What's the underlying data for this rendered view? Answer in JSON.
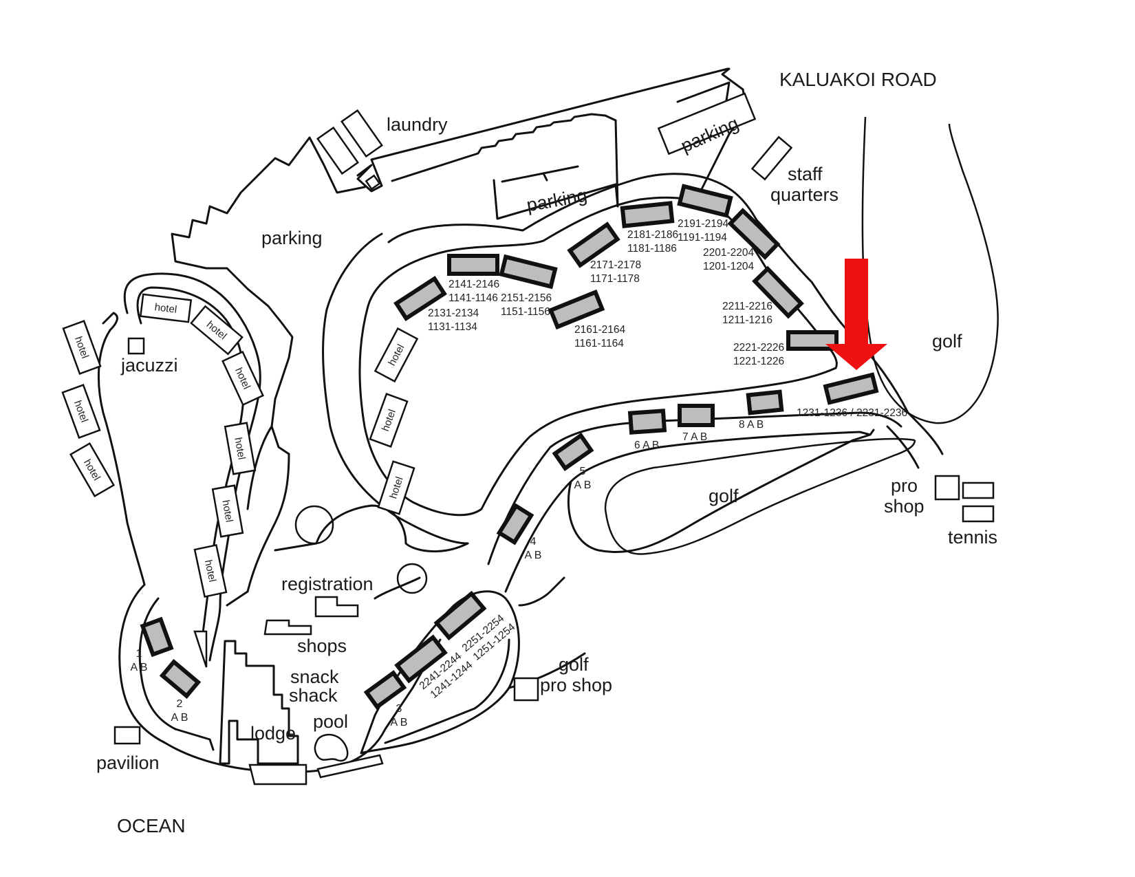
{
  "map": {
    "road_label": "KALUAKOI ROAD",
    "ocean_label": "OCEAN",
    "places": {
      "laundry": "laundry",
      "parking_west": "parking",
      "parking_center": "parking",
      "parking_north": "parking",
      "staff_quarters_1": "staff",
      "staff_quarters_2": "quarters",
      "jacuzzi": "jacuzzi",
      "golf_east": "golf",
      "golf_center": "golf",
      "golf_pro_shop_1": "golf",
      "golf_pro_shop_2": "pro shop",
      "pro_shop_1": "pro",
      "pro_shop_2": "shop",
      "tennis": "tennis",
      "registration": "registration",
      "shops": "shops",
      "snack_shack_1": "snack",
      "snack_shack_2": "shack",
      "lodge": "lodge",
      "pool": "pool",
      "pavilion": "pavilion"
    },
    "hotel_label": "hotel",
    "units": {
      "u2131": [
        "2131-2134",
        "1131-1134"
      ],
      "u2141": [
        "2141-2146",
        "1141-1146"
      ],
      "u2151": [
        "2151-2156",
        "1151-1156"
      ],
      "u2161": [
        "2161-2164",
        "1161-1164"
      ],
      "u2171": [
        "2171-2178",
        "1171-1178"
      ],
      "u2181": [
        "2181-2186",
        "1181-1186"
      ],
      "u2191": [
        "2191-2194",
        "1191-1194"
      ],
      "u2201": [
        "2201-2204",
        "1201-1204"
      ],
      "u2211": [
        "2211-2216",
        "1211-1216"
      ],
      "u2221": [
        "2221-2226",
        "1221-1226"
      ],
      "u1231": "1231-1236 / 2231-2236",
      "u2241": [
        "2241-2244",
        "1241-1244"
      ],
      "u2251": [
        "2251-2254",
        "1251-1254"
      ],
      "b1": [
        "1",
        "A B"
      ],
      "b2": [
        "2",
        "A B"
      ],
      "b3": [
        "3",
        "A B"
      ],
      "b4": [
        "4",
        "A B"
      ],
      "b5": [
        "5",
        "A B"
      ],
      "b6": "6 A B",
      "b7": "7 A B",
      "b8": "8 A B"
    },
    "marker_color": "#ee1111"
  }
}
